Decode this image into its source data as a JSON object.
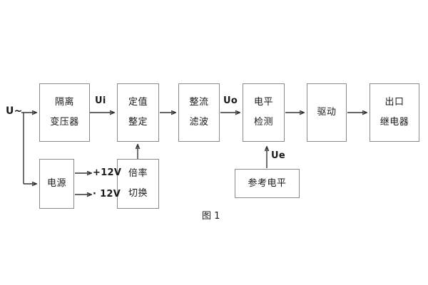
{
  "figure": {
    "caption": "图 1",
    "stroke_color": "#333333",
    "box_border_color": "#8a8a8a",
    "text_color": "#1a1a1a",
    "background": "#ffffff"
  },
  "blocks": [
    {
      "id": "isolation-transformer",
      "lines": [
        "隔离",
        "变压器"
      ]
    },
    {
      "id": "setting-value",
      "lines": [
        "定值",
        "整定"
      ]
    },
    {
      "id": "rectify-filter",
      "lines": [
        "整流",
        "滤波"
      ]
    },
    {
      "id": "level-detect",
      "lines": [
        "电平",
        "检测"
      ]
    },
    {
      "id": "drive",
      "lines": [
        "驱动"
      ]
    },
    {
      "id": "output-relay",
      "lines": [
        "出口",
        "继电器"
      ]
    },
    {
      "id": "power-supply",
      "lines": [
        "电源"
      ]
    },
    {
      "id": "ratio-switch",
      "lines": [
        "倍率",
        "切换"
      ]
    },
    {
      "id": "reference-level",
      "lines": [
        "参考电平"
      ]
    }
  ],
  "signal_labels": {
    "input_source": "U~",
    "ui": "Ui",
    "uo": "Uo",
    "ue": "Ue",
    "rail_positive": "+12V",
    "rail_negative": "· 12V"
  }
}
